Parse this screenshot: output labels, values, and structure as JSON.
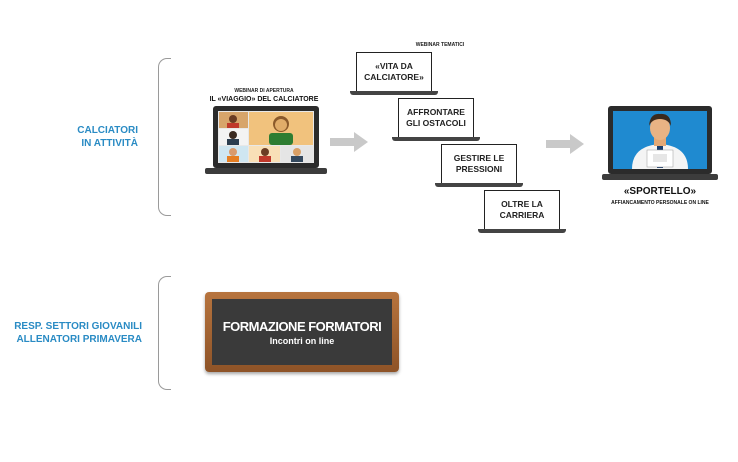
{
  "rows": [
    {
      "label_lines": [
        "CALCIATORI",
        "IN ATTIVITÀ"
      ]
    },
    {
      "label_lines": [
        "RESP. SETTORI GIOVANILI",
        "ALLENATORI PRIMAVERA"
      ]
    }
  ],
  "webinar_opening": {
    "kicker": "WEBINAR DI APERTURA",
    "title": "IL «VIAGGIO» DEL CALCIATORE"
  },
  "webinar_thematic": {
    "kicker": "WEBINAR TEMATICI",
    "steps": [
      {
        "lines": [
          "«VITA DA",
          "CALCIATORE»"
        ]
      },
      {
        "lines": [
          "AFFRONTARE",
          "GLI OSTACOLI"
        ]
      },
      {
        "lines": [
          "GESTIRE LE",
          "PRESSIONI"
        ]
      },
      {
        "lines": [
          "OLTRE LA",
          "CARRIERA"
        ]
      }
    ]
  },
  "sportello": {
    "title": "«SPORTELLO»",
    "subtitle": "AFFIANCAMENTO PERSONALE ON LINE"
  },
  "board": {
    "title": "FORMAZIONE FORMATORI",
    "subtitle": "Incontri on line"
  },
  "colors": {
    "label": "#2a8bc4",
    "arrow": "#c9c9c9",
    "screen_blue": "#1f8ad0",
    "board": "#3a3a3a",
    "frame": "#a0622f"
  }
}
